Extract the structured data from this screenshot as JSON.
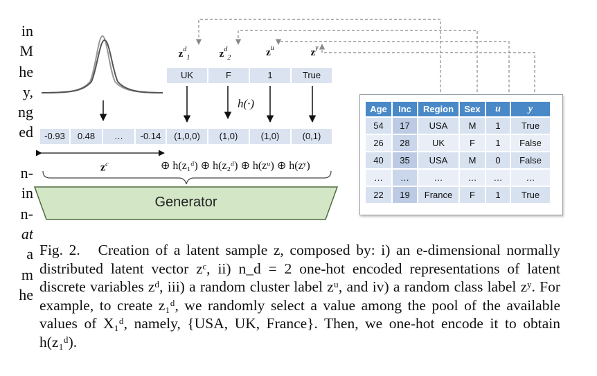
{
  "edge_text": {
    "lines": [
      "in",
      "M",
      "he",
      "y,",
      "ng",
      "ed",
      "",
      "n-",
      "in",
      "n-",
      "at",
      "a",
      "m",
      "he"
    ]
  },
  "diagram": {
    "top_labels": [
      {
        "base": "z",
        "sub": "1",
        "sup": "d"
      },
      {
        "base": "z",
        "sub": "2",
        "sup": "d"
      },
      {
        "base": "z",
        "sub": "",
        "sup": "u"
      },
      {
        "base": "z",
        "sub": "",
        "sup": "y"
      }
    ],
    "top_values": [
      "UK",
      "F",
      "1",
      "True"
    ],
    "h_function": "h(·)",
    "latent_values": [
      "-0.93",
      "0.48",
      "…",
      "-0.14"
    ],
    "encoded_values": [
      "(1,0,0)",
      "(1,0)",
      "(1,0)",
      "(0,1)"
    ],
    "zc_label": {
      "base": "z",
      "sup": "c"
    },
    "concat_label": "⊕ h(z₁ᵈ) ⊕ h(z₂ᵈ) ⊕ h(zᵘ) ⊕ h(zʸ)",
    "generator_label": "Generator"
  },
  "table": {
    "headers": [
      "Age",
      "Inc",
      "Region",
      "Sex",
      "u",
      "y"
    ],
    "rows": [
      [
        "54",
        "17",
        "USA",
        "M",
        "1",
        "True"
      ],
      [
        "26",
        "28",
        "UK",
        "F",
        "1",
        "False"
      ],
      [
        "40",
        "35",
        "USA",
        "M",
        "0",
        "False"
      ],
      [
        "…",
        "…",
        "…",
        "…",
        "…",
        "…"
      ],
      [
        "22",
        "19",
        "France",
        "F",
        "1",
        "True"
      ]
    ]
  },
  "caption": {
    "prefix": "Fig. 2.",
    "text": "Creation of a latent sample z, composed by: i) an e-dimensional normally distributed latent vector zᶜ, ii) n_d = 2 one-hot encoded representations of latent discrete variables zᵈ, iii) a random cluster label zᵘ, and iv) a random class label zʸ. For example, to create z₁ᵈ, we randomly select a value among the pool of the available values of X₁ᵈ, namely, {USA, UK, France}. Then, we one-hot encode it to obtain h(z₁ᵈ)."
  },
  "colors": {
    "cell_light": "#dbe3f1",
    "table_header": "#4a89c8",
    "generator_fill": "#d3e6c6",
    "generator_stroke": "#4f6b3f"
  }
}
